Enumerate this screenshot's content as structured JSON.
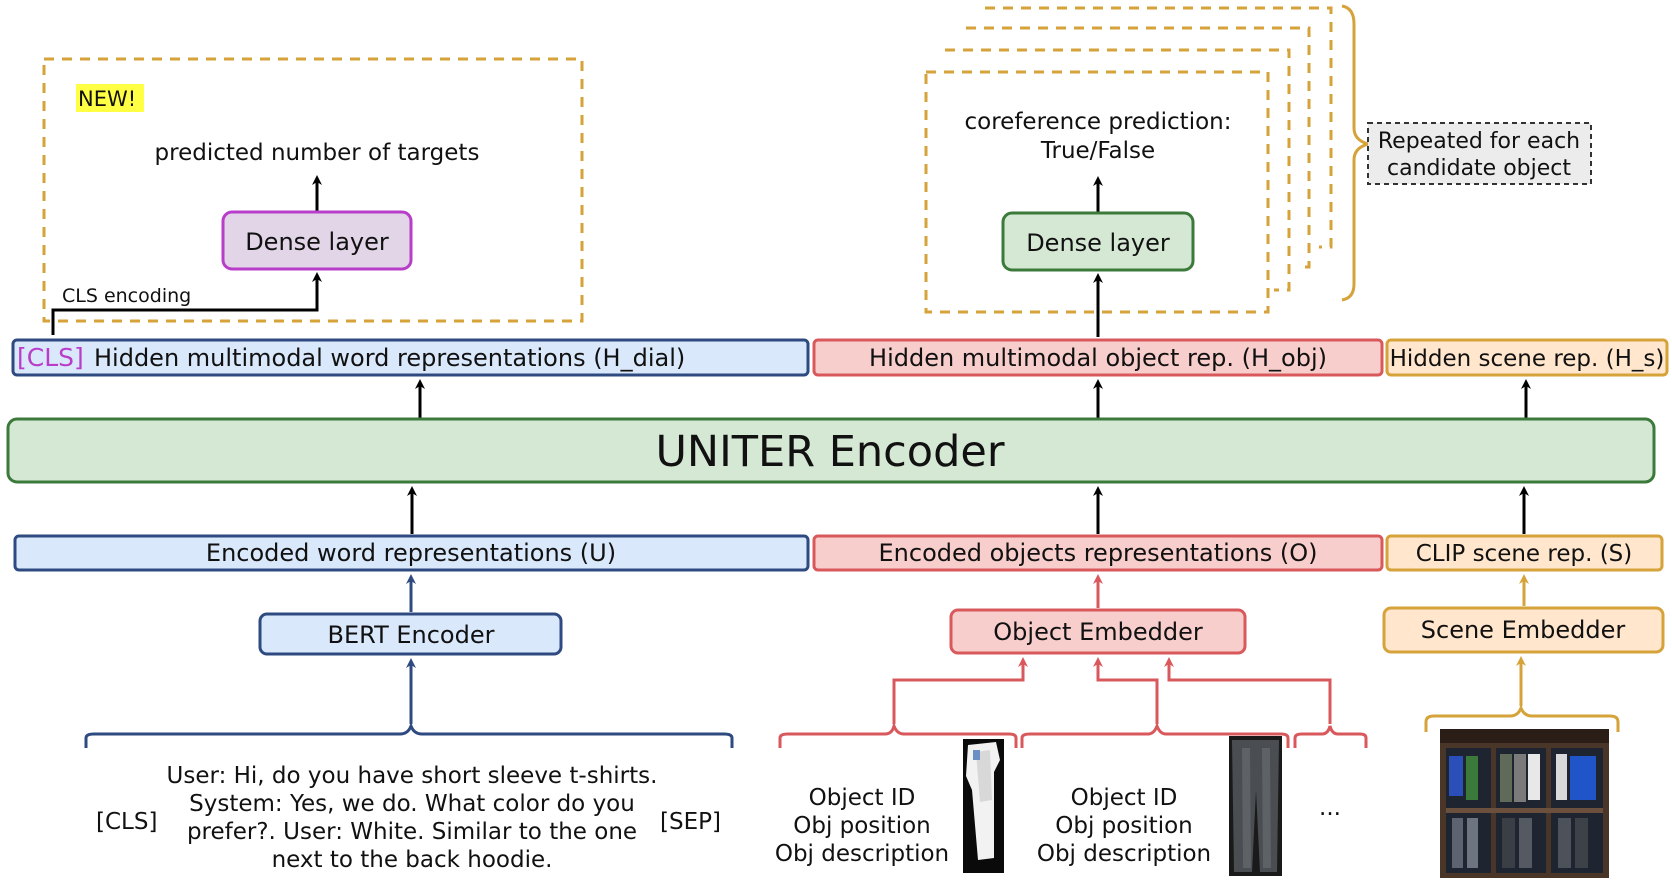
{
  "left_panel": {
    "new_badge": "NEW!",
    "output_label": "predicted number of targets",
    "dense_label": "Dense layer",
    "cls_encoding_label": "CLS encoding"
  },
  "right_panel": {
    "output_line1": "coreference prediction:",
    "output_line2": "True/False",
    "dense_label": "Dense layer",
    "repeat_line1": "Repeated for each",
    "repeat_line2": "candidate object"
  },
  "hidden_row": {
    "cls_tag": "[CLS]",
    "dial_label": "Hidden multimodal word representations (H_dial)",
    "obj_label": "Hidden multimodal object rep. (H_obj)",
    "scene_label": "Hidden scene rep. (H_s)"
  },
  "encoder": {
    "label": "UNITER Encoder"
  },
  "encoded_row": {
    "word_label": "Encoded word representations (U)",
    "obj_label": "Encoded objects representations (O)",
    "scene_label": "CLIP scene rep. (S)"
  },
  "embedders": {
    "bert_label": "BERT Encoder",
    "object_label": "Object Embedder",
    "scene_label": "Scene Embedder"
  },
  "inputs": {
    "cls_token": "[CLS]",
    "sep_token": "[SEP]",
    "dialog_lines": [
      "User: Hi, do you have short sleeve t-shirts.",
      "System: Yes, we do. What color do you",
      "prefer?. User: White. Similar to the one",
      "next to the back hoodie."
    ],
    "object1_lines": [
      "Object ID",
      "Obj position",
      "Obj description"
    ],
    "object2_lines": [
      "Object ID",
      "Obj position",
      "Obj description"
    ],
    "ellipsis": "..."
  },
  "colors": {
    "blue_fill": "#dae8fc",
    "blue_stroke": "#2e4a80",
    "red_fill": "#f8cecc",
    "red_stroke": "#d9585b",
    "orange_fill": "#ffe6cc",
    "orange_stroke": "#d6a33a",
    "green_fill": "#d5e8d4",
    "green_stroke": "#3b7a3b",
    "purple_fill": "#e1d5e7",
    "purple_stroke": "#b83dc8",
    "highlight": "#ffff44"
  }
}
